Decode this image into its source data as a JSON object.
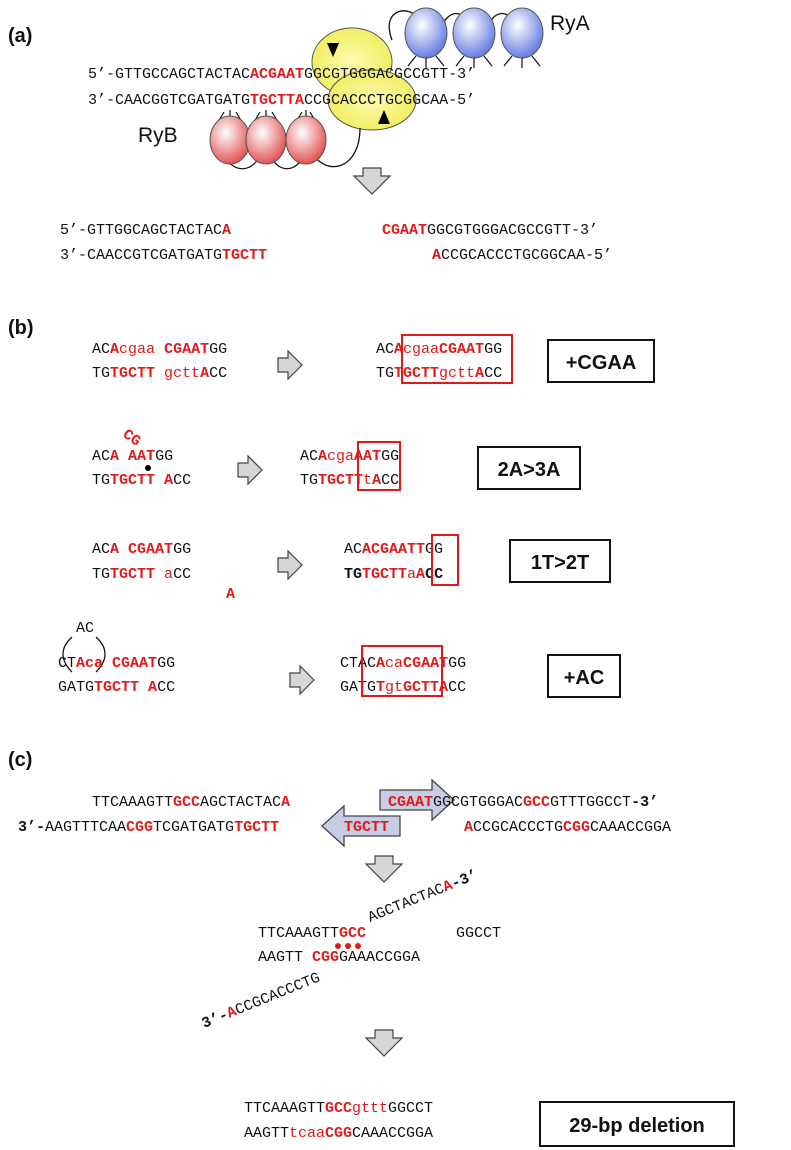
{
  "colors": {
    "red": "#e01a1a",
    "blue_oval": "#6f86e8",
    "red_oval": "#e65a5a",
    "yellow": "#f3f36e",
    "arrow_fill": "#d6d6d6",
    "arrow_fill_blue": "#c8cde6"
  },
  "panel_a": {
    "label": "(a)",
    "ryA": "RyA",
    "ryB": "RyB",
    "top": {
      "pre": "5’-GTTGCCAGCTACTAC",
      "red": "ACGAAT",
      "post": "GGCGTGGGACGCCGTT-3’"
    },
    "bot": {
      "pre": "3’-CAACGGTCGATGATG",
      "red": "TGCTTA",
      "post": "CCGCACCCTGCGGCAA-5’"
    },
    "res_top_left": {
      "pre": "5’-GTTGGCAGCTACTAC",
      "red": "A"
    },
    "res_top_right": {
      "red": "CGAAT",
      "post": "GGCGTGGGACGCCGTT-3’"
    },
    "res_bot_left": {
      "pre": "3’-CAACCGTCGATGATG",
      "red": "TGCTT"
    },
    "res_bot_right": {
      "red": "A",
      "post": "CCGCACCCTGCGGCAA-5’"
    }
  },
  "panel_b": {
    "label": "(b)",
    "row1": {
      "l_top": [
        "AC",
        "A",
        "cgaa",
        "CGAAT",
        "GG"
      ],
      "l_bot": [
        "TG",
        "TGCTT",
        "gctt",
        "A",
        "CC"
      ],
      "r_top": [
        "AC",
        "A",
        "cgaa",
        "CGAAT",
        "GG"
      ],
      "r_bot": [
        "TG",
        "TGCTT",
        "gctt",
        "A",
        "CC"
      ],
      "box": "+CGAA"
    },
    "row2": {
      "flap": "CG",
      "l_top": [
        "ACA",
        "AAT",
        "GG"
      ],
      "l_bot": [
        "TG",
        "TGCTT",
        "A",
        "CC"
      ],
      "r_top": [
        "AC",
        "A",
        "cga",
        "AAT",
        "GG"
      ],
      "r_bot": [
        "TG",
        "TGCTT",
        "t",
        "A",
        "CC"
      ],
      "box": "2A>3A"
    },
    "row3": {
      "l_top": [
        "AC",
        "A",
        "CGAAT",
        "GG"
      ],
      "l_bot": [
        "TG",
        "TGCTT",
        "a",
        "CC"
      ],
      "l_extra": "A",
      "r_top": [
        "AC",
        "ACGAATT",
        "GG"
      ],
      "r_bot": [
        "TG",
        "TGCTT",
        "a",
        "A",
        "CC"
      ],
      "box": "1T>2T"
    },
    "row4": {
      "loop": "AC",
      "l_top": [
        "CT",
        "Aca",
        "CGAAT",
        "GG"
      ],
      "l_bot": [
        "GATG",
        "TGCTT",
        "A",
        "CC"
      ],
      "r_top": [
        "CTAC",
        "A",
        "ca",
        "C",
        "GAAT",
        "GG"
      ],
      "r_bot": [
        "GATG",
        "T",
        "gt",
        "GCTTA",
        "CC"
      ],
      "box": "+AC"
    }
  },
  "panel_c": {
    "label": "(c)",
    "top_left": [
      "TTCAAAGTT",
      "GCC",
      "AGCTACTAC",
      "A"
    ],
    "top_right": [
      "CGAAT",
      "GGCGTGGGAC",
      "GCC",
      "GTTTGGCCT",
      "-3’"
    ],
    "bot_left": [
      "3’-",
      "AAGTTTCAA",
      "CGG",
      "TCGATGATG",
      "TGCTT"
    ],
    "bot_right": [
      "A",
      "CCGCACCCTG",
      "CGG",
      "CAAACCGGA"
    ],
    "mid_top": [
      "TTCAAAGTT",
      "GCC"
    ],
    "mid_top_r": "GGCCT",
    "mid_bot": [
      "AAGTT",
      "CGG",
      "GAAACCGGA"
    ],
    "flap_up": [
      "AGCTACTAC",
      "A",
      "-3’"
    ],
    "flap_down": [
      "3’-",
      "A",
      "CCGCACCCTG"
    ],
    "fin_top": [
      "TTCAAAGTT",
      "GCC",
      "gttt",
      "GGCCT"
    ],
    "fin_bot": [
      "AAGTT",
      "tcaa",
      "CGG",
      "CAAACCGGA"
    ],
    "box": "29-bp deletion"
  }
}
